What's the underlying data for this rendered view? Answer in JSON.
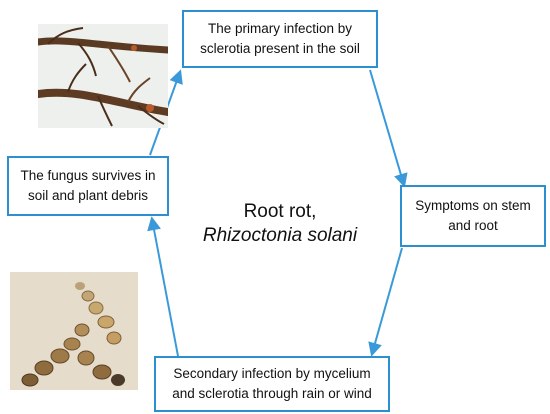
{
  "diagram": {
    "boxes": {
      "top": "The primary infection by\nsclerotia  present in the soil",
      "right": "Symptoms on stem\nand root",
      "bottom": "Secondary  infection by mycelium\nand sclerotia  through rain or wind",
      "left": "The fungus survives in\nsoil and plant debris"
    },
    "center": {
      "title": "Root rot,",
      "subtitle": "Rhizoctonia solani"
    },
    "arrow_color": "#3a9ad9",
    "box_border_color": "#2e8fd0"
  }
}
